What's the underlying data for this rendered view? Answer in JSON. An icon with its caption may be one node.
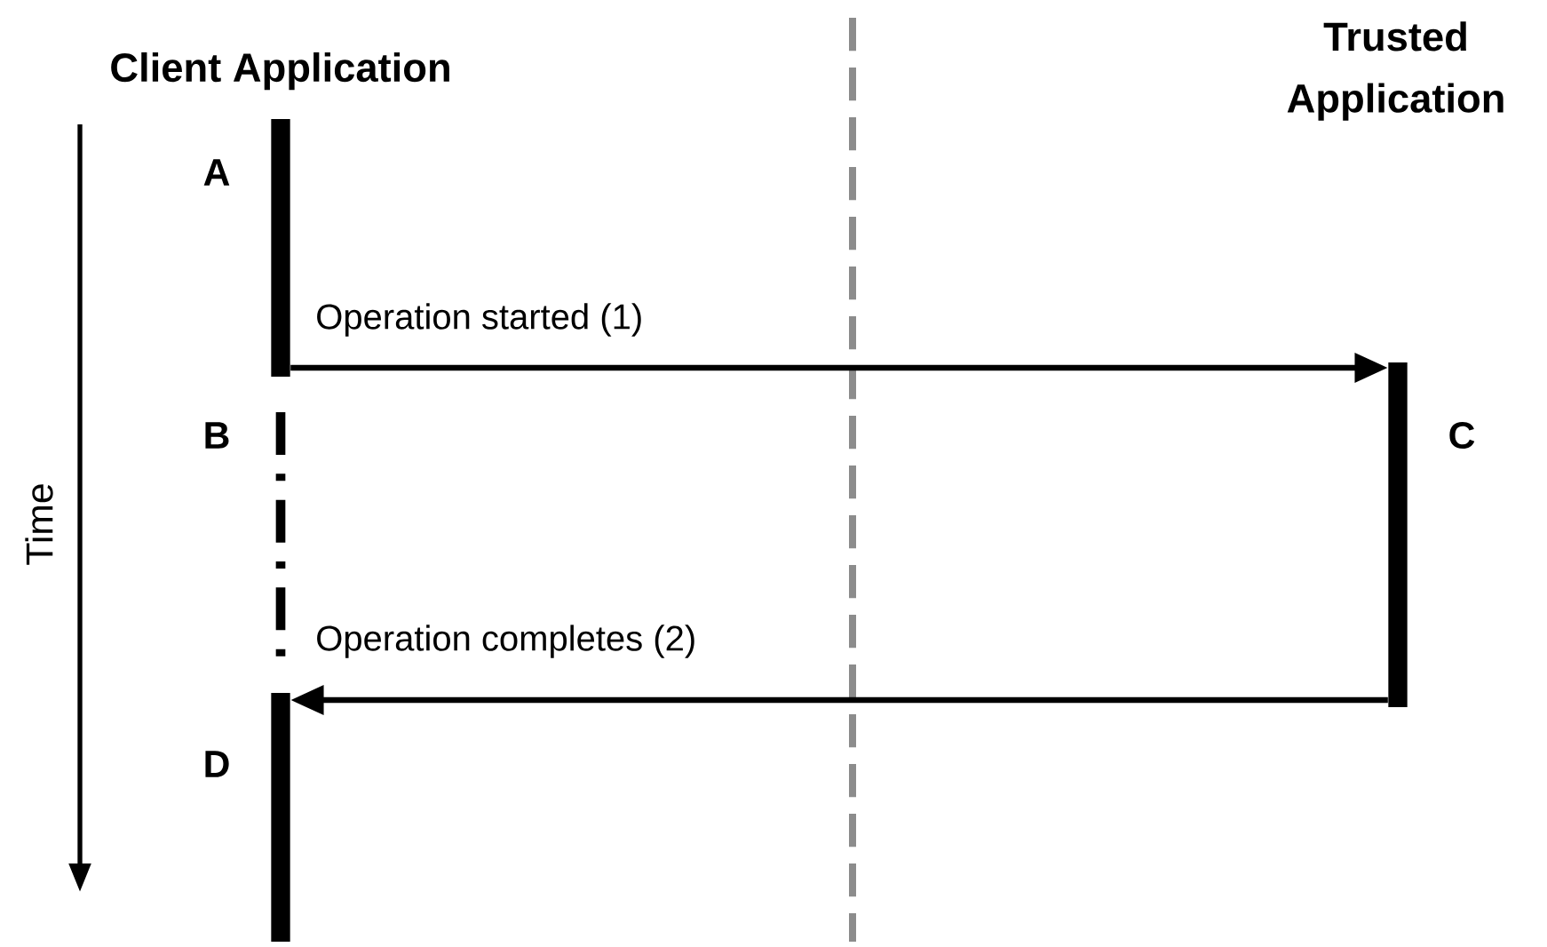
{
  "diagram": {
    "nodes": [
      {
        "text": [],
        "shape": "bar"
      },
      {
        "text": [],
        "shape": "bar"
      },
      {
        "text": [],
        "shape": "bar"
      }
    ],
    "edges": [
      {
        "from": 0,
        "to": 1,
        "arrow": "to",
        "label": "Operation started (1)"
      },
      {
        "from": 1,
        "to": 2,
        "arrow": "to",
        "label": "Operation completes (2)"
      }
    ],
    "labels": [
      "Client Application",
      "Trusted Application",
      "A",
      "B",
      "C",
      "D",
      "Time"
    ]
  }
}
